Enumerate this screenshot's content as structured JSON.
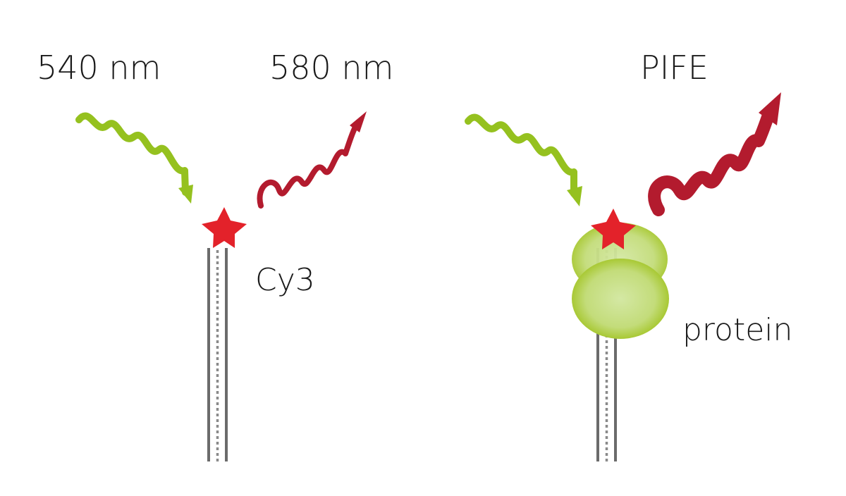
{
  "labels": {
    "excitation": "540 nm",
    "emission": "580 nm",
    "pife": "PIFE",
    "dye": "Cy3",
    "protein": "protein"
  },
  "colors": {
    "excitation": "#95c11f",
    "emission": "#b31b2e",
    "dye": "#e3222a",
    "dna": "#6b6b6b",
    "protein_edge": "#a2c41c",
    "protein_fill": "#cfe39a"
  },
  "icons": {
    "dye": "star-icon",
    "photon_in": "wavy-arrow-icon",
    "photon_out": "wavy-arrow-icon"
  }
}
